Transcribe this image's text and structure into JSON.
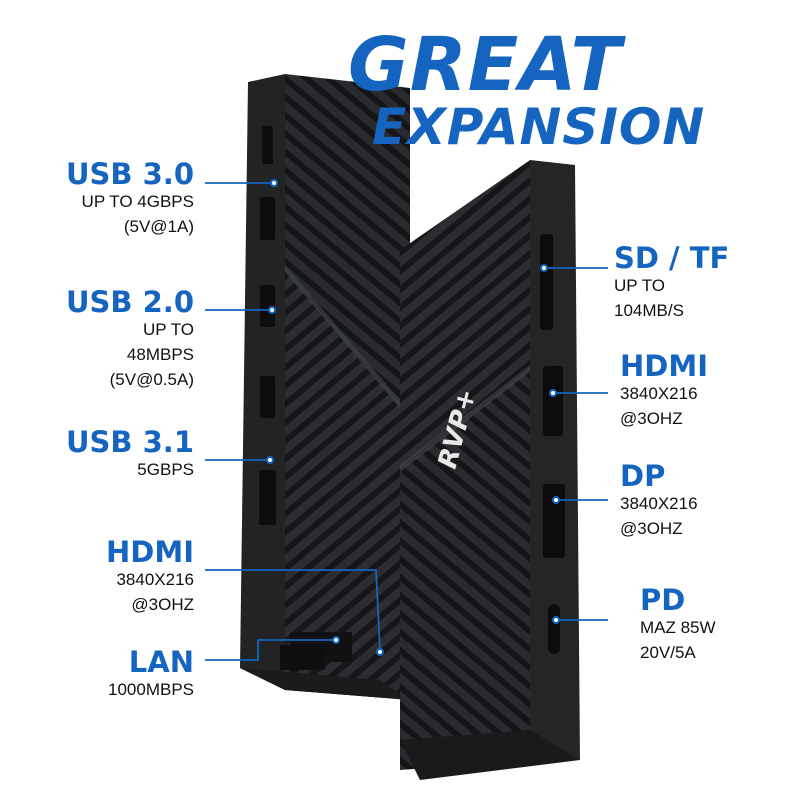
{
  "headline": {
    "line1": "GREAT",
    "line2": "EXPANSION"
  },
  "logo_text": "RVP+",
  "accent_color": "#1565c0",
  "device_color": "#2b2c2e",
  "left_ports": [
    {
      "title": "USB 3.0",
      "specs": [
        "UP TO 4GBPS",
        "(5V@1A)"
      ]
    },
    {
      "title": "USB 2.0",
      "specs": [
        "UP TO",
        "48MBPS",
        "(5V@0.5A)"
      ]
    },
    {
      "title": "USB 3.1",
      "specs": [
        "5GBPS"
      ]
    },
    {
      "title": "HDMI",
      "specs": [
        "3840X216",
        "@3OHZ"
      ]
    },
    {
      "title": "LAN",
      "specs": [
        "1000MBPS"
      ]
    }
  ],
  "right_ports": [
    {
      "title": "SD / TF",
      "specs": [
        "UP TO",
        "104MB/S"
      ]
    },
    {
      "title": "HDMI",
      "specs": [
        "3840X216",
        "@3OHZ"
      ]
    },
    {
      "title": "DP",
      "specs": [
        "3840X216",
        "@3OHZ"
      ]
    },
    {
      "title": "PD",
      "specs": [
        "MAZ 85W",
        "20V/5A"
      ]
    }
  ]
}
